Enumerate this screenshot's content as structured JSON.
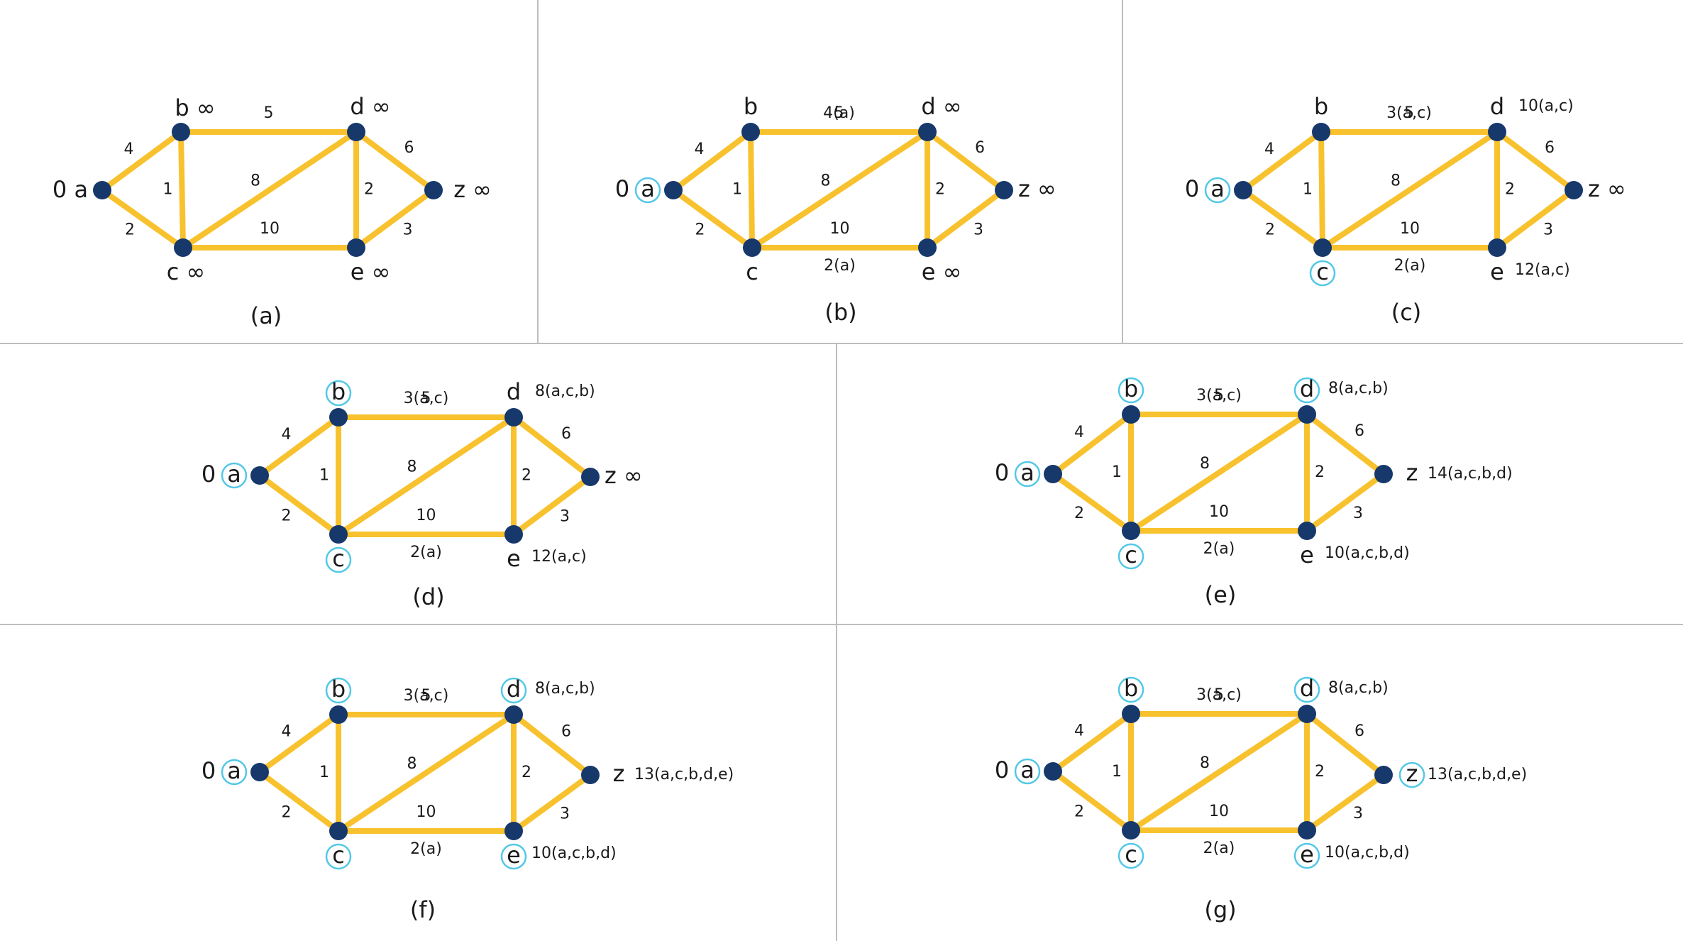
{
  "nodes": [
    "a",
    "b",
    "c",
    "d",
    "e",
    "z"
  ],
  "edges": [
    {
      "id": "ab",
      "from": "a",
      "to": "b",
      "weight": "4"
    },
    {
      "id": "ac",
      "from": "a",
      "to": "c",
      "weight": "2"
    },
    {
      "id": "bc",
      "from": "b",
      "to": "c",
      "weight": "1"
    },
    {
      "id": "bd",
      "from": "b",
      "to": "d",
      "weight": "5"
    },
    {
      "id": "cd",
      "from": "c",
      "to": "d",
      "weight": "8"
    },
    {
      "id": "ce",
      "from": "c",
      "to": "e",
      "weight": "10"
    },
    {
      "id": "de",
      "from": "d",
      "to": "e",
      "weight": "2"
    },
    {
      "id": "dz",
      "from": "d",
      "to": "z",
      "weight": "6"
    },
    {
      "id": "ez",
      "from": "e",
      "to": "z",
      "weight": "3"
    }
  ],
  "panels": [
    {
      "id": "a",
      "caption": "(a)",
      "visited": [],
      "node_labels": {
        "a": "0 a",
        "b": "b ∞",
        "c": "c ∞",
        "d": "d ∞",
        "e": "e ∞",
        "z": "z ∞"
      },
      "distance_labels": {}
    },
    {
      "id": "b",
      "caption": "(b)",
      "visited": [
        "a"
      ],
      "node_labels": {
        "a": "a",
        "b": "b",
        "c": "c",
        "d": "d ∞",
        "e": "e ∞",
        "z": "z ∞"
      },
      "prefix": "0",
      "distance_labels": {
        "b_edge": "4(a)",
        "c_edge": "2(a)"
      }
    },
    {
      "id": "c",
      "caption": "(c)",
      "visited": [
        "a",
        "c"
      ],
      "node_labels": {
        "a": "a",
        "b": "b",
        "c": "c",
        "d": "d",
        "e": "e",
        "z": "z ∞"
      },
      "prefix": "0",
      "distance_labels": {
        "b_edge": "3(a,c)",
        "c_edge": "2(a)",
        "d": "10(a,c)",
        "e": "12(a,c)"
      }
    },
    {
      "id": "d",
      "caption": "(d)",
      "visited": [
        "a",
        "b",
        "c"
      ],
      "node_labels": {
        "a": "a",
        "b": "b",
        "c": "c",
        "d": "d",
        "e": "e",
        "z": "z  ∞"
      },
      "prefix": "0",
      "distance_labels": {
        "b_edge": "3(a,c)",
        "c_edge": "2(a)",
        "d": "8(a,c,b)",
        "e": "12(a,c)"
      }
    },
    {
      "id": "e",
      "caption": "(e)",
      "visited": [
        "a",
        "b",
        "c",
        "d"
      ],
      "node_labels": {
        "a": "a",
        "b": "b",
        "c": "c",
        "d": "d",
        "e": "e",
        "z": "z"
      },
      "prefix": "0",
      "distance_labels": {
        "b_edge": "3(a,c)",
        "c_edge": "2(a)",
        "d": "8(a,c,b)",
        "e": "10(a,c,b,d)",
        "z": "14(a,c,b,d)"
      }
    },
    {
      "id": "f",
      "caption": "(f)",
      "visited": [
        "a",
        "b",
        "c",
        "d",
        "e"
      ],
      "node_labels": {
        "a": "a",
        "b": "b",
        "c": "c",
        "d": "d",
        "e": "e",
        "z": "z"
      },
      "prefix": "0",
      "distance_labels": {
        "b_edge": "3(a,c)",
        "c_edge": "2(a)",
        "d": "8(a,c,b)",
        "e": "10(a,c,b,d)",
        "z": "13(a,c,b,d,e)"
      }
    },
    {
      "id": "g",
      "caption": "(g)",
      "visited": [
        "a",
        "b",
        "c",
        "d",
        "e",
        "z"
      ],
      "node_labels": {
        "a": "a",
        "b": "b",
        "c": "c",
        "d": "d",
        "e": "e",
        "z": "z"
      },
      "prefix": "0",
      "distance_labels": {
        "b_edge": "3(a,c)",
        "c_edge": "2(a)",
        "d": "8(a,c,b)",
        "e": "10(a,c,b,d)",
        "z": "13(a,c,b,d,e)"
      }
    }
  ]
}
